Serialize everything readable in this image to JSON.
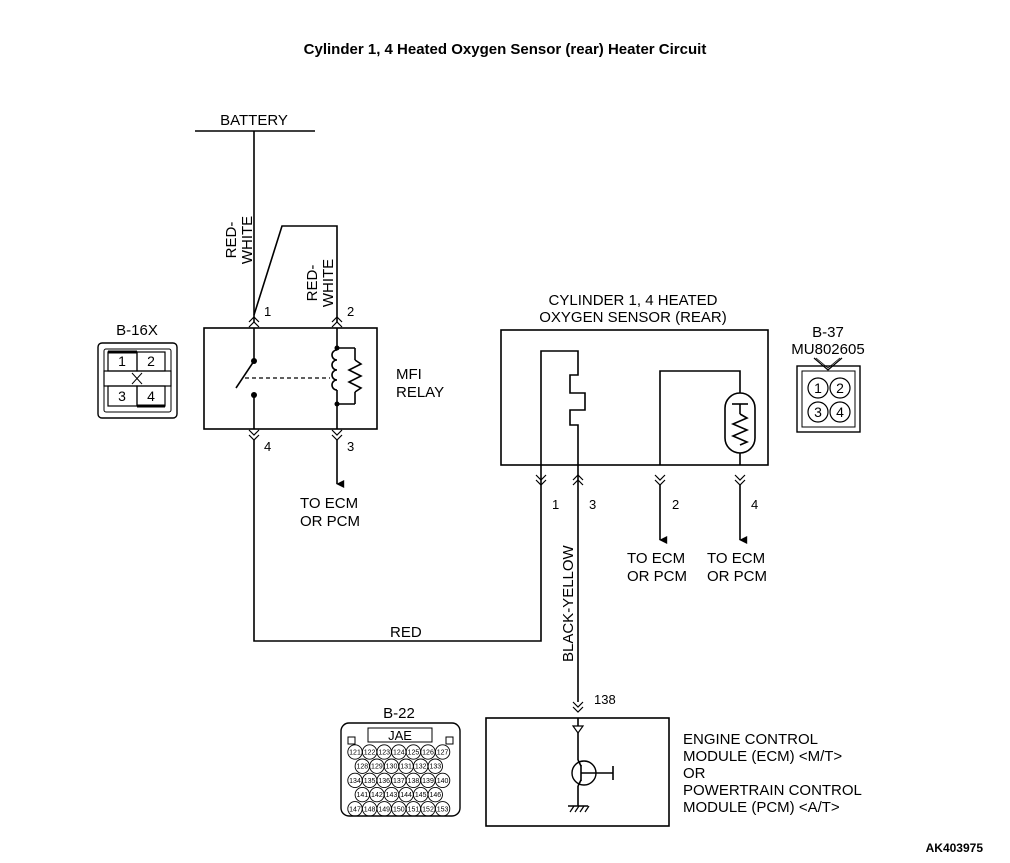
{
  "title": "Cylinder 1, 4 Heated Oxygen Sensor (rear) Heater Circuit",
  "battery": "BATTERY",
  "wires": {
    "red_white_1": [
      "RED-",
      "WHITE"
    ],
    "red_white_2": [
      "RED-",
      "WHITE"
    ],
    "red": "RED",
    "black_yellow": "BLACK-YELLOW"
  },
  "relay": {
    "label_lines": [
      "MFI",
      "RELAY"
    ],
    "pins": [
      "1",
      "2",
      "4",
      "3"
    ],
    "to_ecm": [
      "TO ECM",
      "OR PCM"
    ]
  },
  "connector_b16x": {
    "name": "B-16X",
    "cells": [
      "1",
      "2",
      "3",
      "4"
    ]
  },
  "sensor": {
    "label_lines": [
      "CYLINDER 1, 4 HEATED",
      "OXYGEN SENSOR (REAR)"
    ],
    "pins": [
      "1",
      "3",
      "2",
      "4"
    ],
    "to_ecm_a": [
      "TO ECM",
      "OR PCM"
    ],
    "to_ecm_b": [
      "TO ECM",
      "OR PCM"
    ]
  },
  "connector_b37": {
    "name": "B-37",
    "part": "MU802605",
    "cells": [
      "1",
      "2",
      "3",
      "4"
    ]
  },
  "ecm": {
    "pin": "138",
    "label_lines": [
      "ENGINE CONTROL",
      "MODULE (ECM) <M/T>",
      "OR",
      "POWERTRAIN CONTROL",
      "MODULE (PCM) <A/T>"
    ]
  },
  "connector_b22": {
    "name": "B-22",
    "header": "JAE",
    "rows": [
      [
        "121",
        "122",
        "123",
        "124",
        "125",
        "126",
        "127"
      ],
      [
        "128",
        "129",
        "130",
        "131",
        "132",
        "133"
      ],
      [
        "134",
        "135",
        "136",
        "137",
        "138",
        "139",
        "140"
      ],
      [
        "141",
        "142",
        "143",
        "144",
        "145",
        "146"
      ],
      [
        "147",
        "148",
        "149",
        "150",
        "151",
        "152",
        "153"
      ]
    ]
  },
  "code": "AK403975"
}
